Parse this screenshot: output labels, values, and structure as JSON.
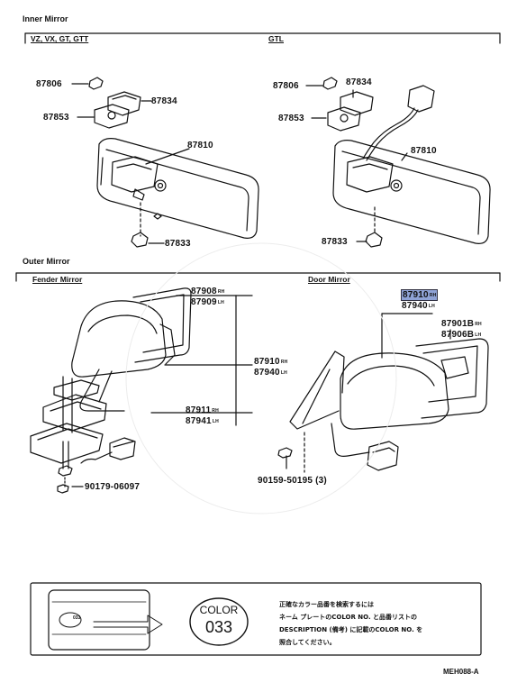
{
  "sections": {
    "inner_mirror": "Inner Mirror",
    "outer_mirror": "Outer Mirror"
  },
  "subsections": {
    "vz": "VZ, VX, GT, GTT",
    "gtl": "GTL",
    "fender": "Fender Mirror",
    "door": "Door Mirror"
  },
  "parts": {
    "p87806a": "87806",
    "p87834a": "87834",
    "p87853a": "87853",
    "p87810a": "87810",
    "p87833a": "87833",
    "p87806b": "87806",
    "p87834b": "87834",
    "p87853b": "87853",
    "p87810b": "87810",
    "p87833b": "87833",
    "p87908": "87908",
    "p87909": "87909",
    "p87910a": "87910",
    "p87940a": "87940",
    "p87911": "87911",
    "p87941": "87941",
    "p90179": "90179-06097",
    "p87910b": "87910",
    "p87940b": "87940",
    "p87901b": "87901B",
    "p87906b": "87906B",
    "p90159": "90159-50195 (3)"
  },
  "suffix": {
    "rh": "RH",
    "lh": "LH"
  },
  "legend": {
    "badge_top": "COLOR",
    "badge_num": "033",
    "plate_tiny_code": "033",
    "note_lines": [
      "正確なカラー品番を検索するには",
      "ネーム プレートのCOLOR NO. と品番リストの",
      "DESCRIPTION (備考) に記載のCOLOR NO. を",
      "照合してください。"
    ]
  },
  "figure_id": "MEH088-A",
  "colors": {
    "ink": "#111111",
    "highlight": "#8fa3d6"
  }
}
